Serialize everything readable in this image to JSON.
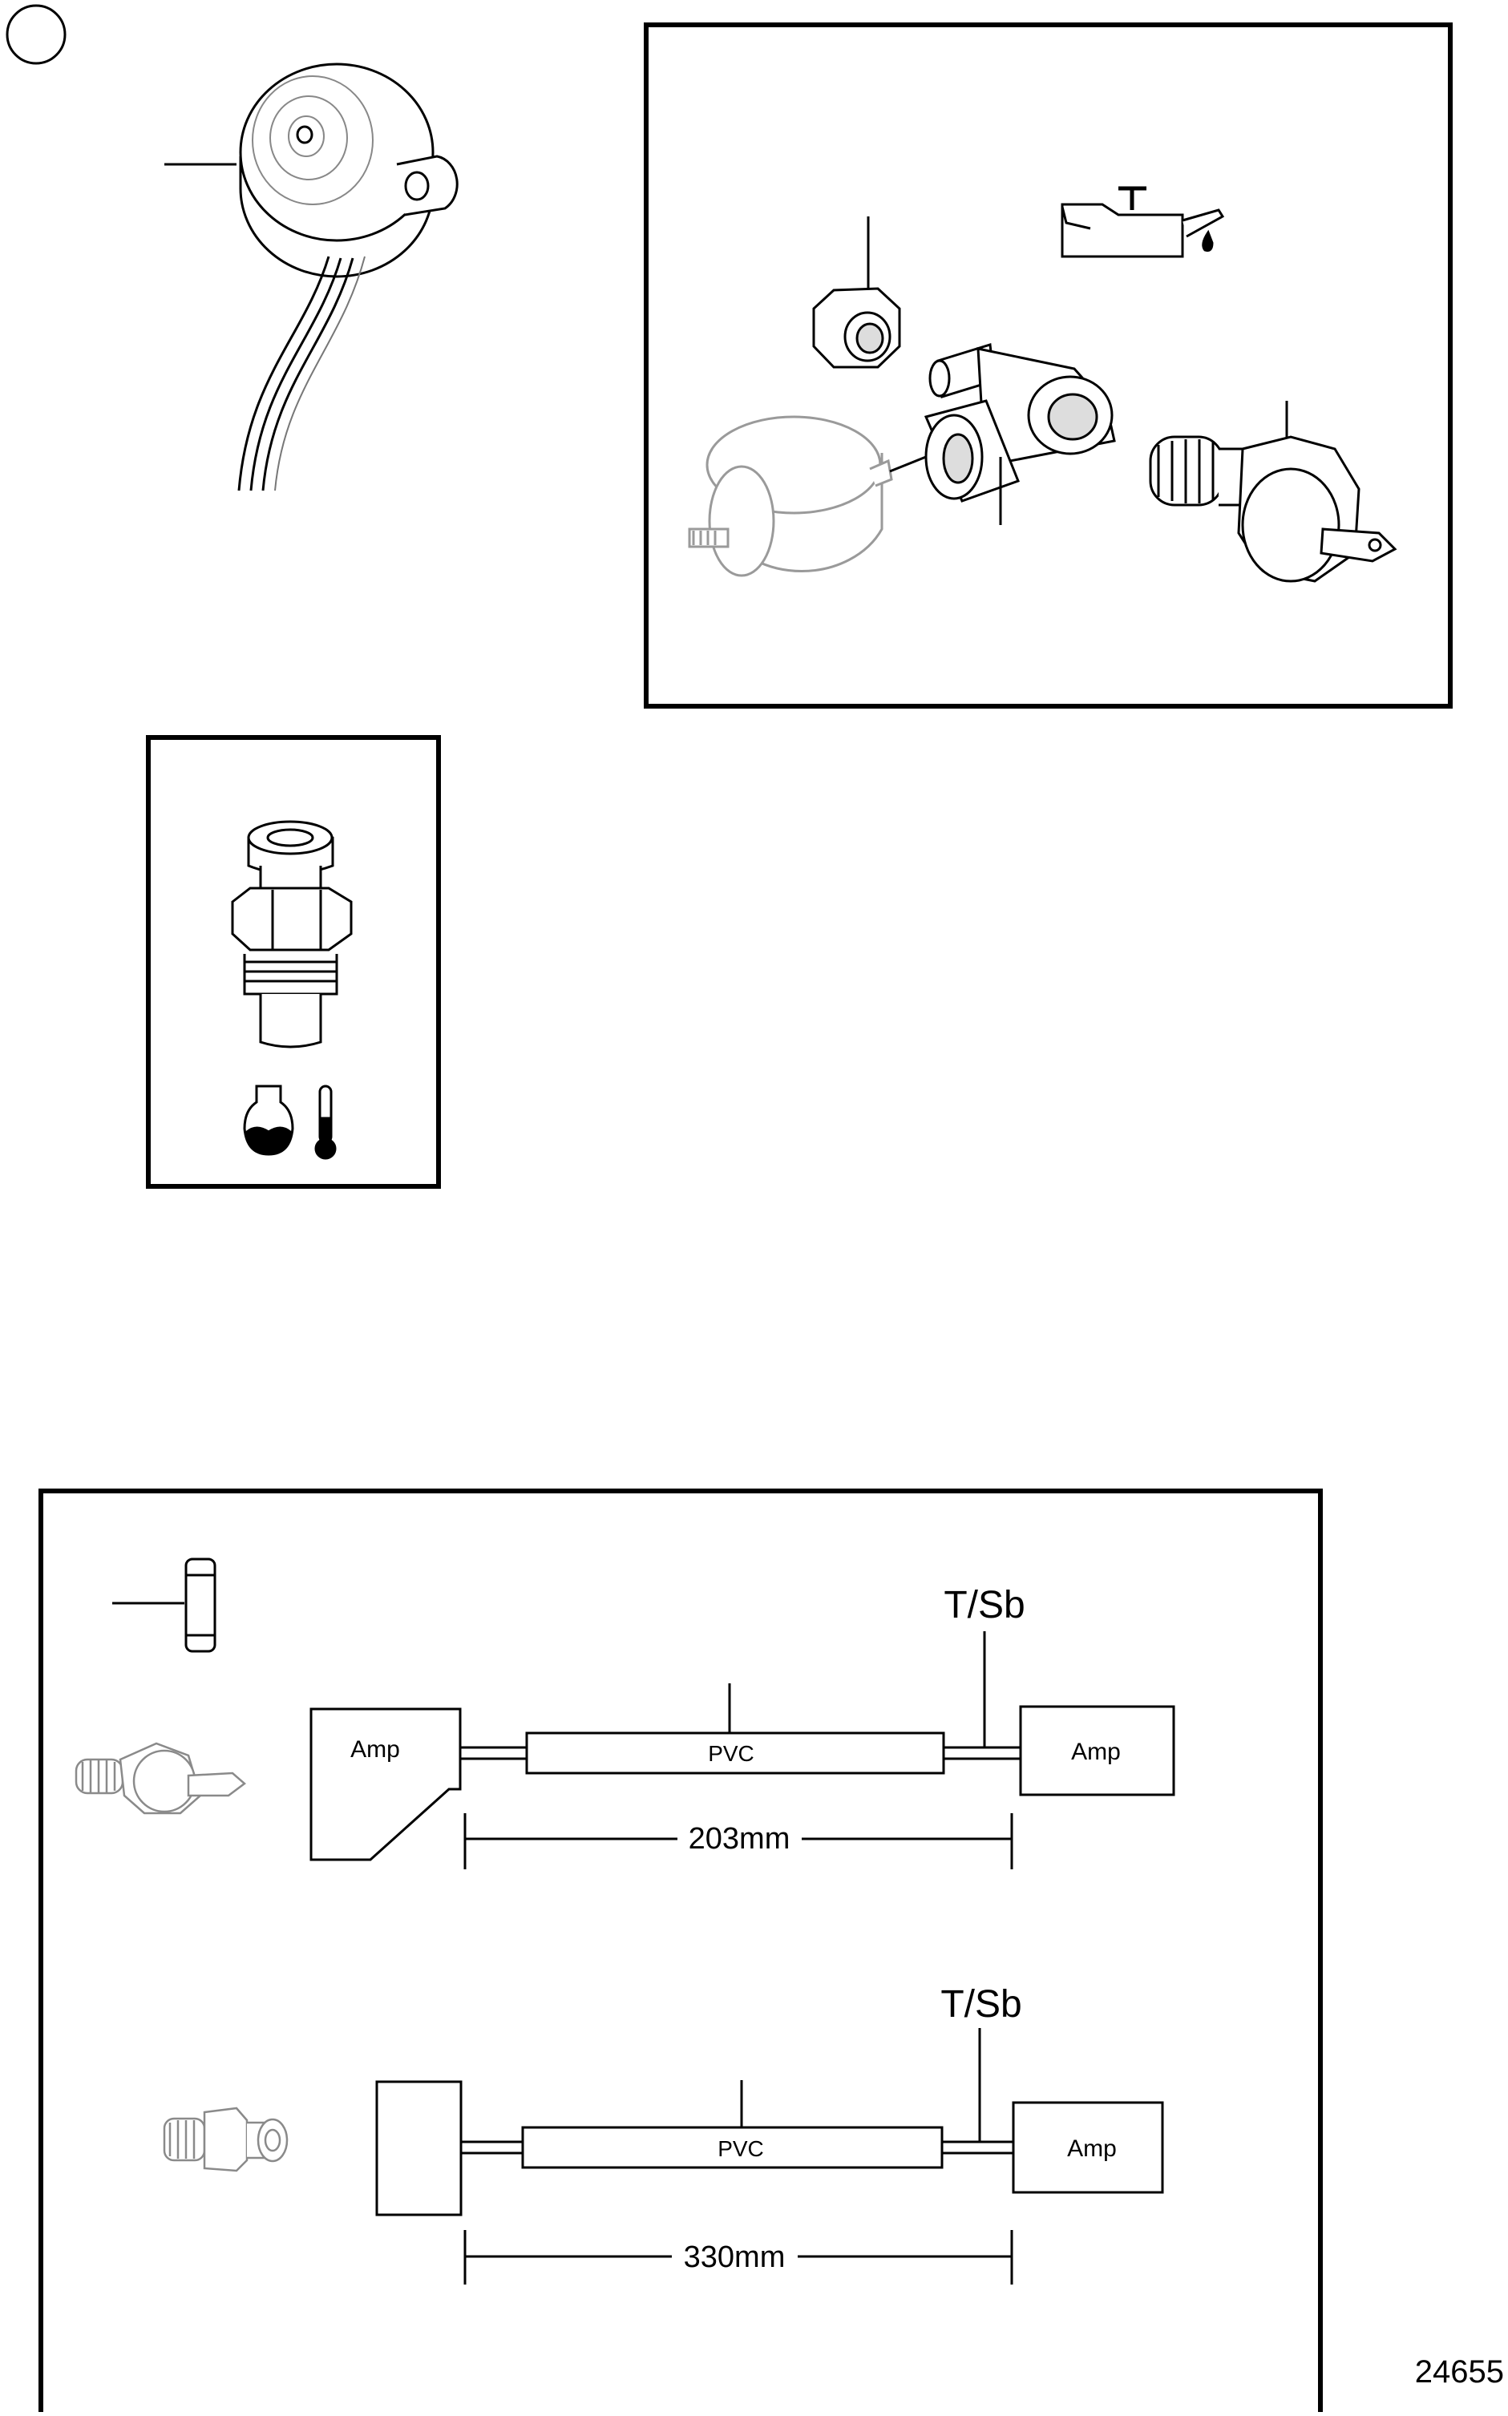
{
  "labels": {
    "wire1_terminal": "T/Sb",
    "wire1_left_connector": "Amp",
    "wire1_sleeve": "PVC",
    "wire1_right_connector": "Amp",
    "wire1_length": "203mm",
    "wire2_terminal": "T/Sb",
    "wire2_sleeve": "PVC",
    "wire2_right_connector": "Amp",
    "wire2_length": "330mm",
    "drawing_number": "24655"
  },
  "icons": {
    "oil_can": "oil-can-icon",
    "coolant_temperature": "coolant-temperature-icon"
  },
  "colors": {
    "line": "#000000",
    "light_grey": "#9a9a9a"
  }
}
